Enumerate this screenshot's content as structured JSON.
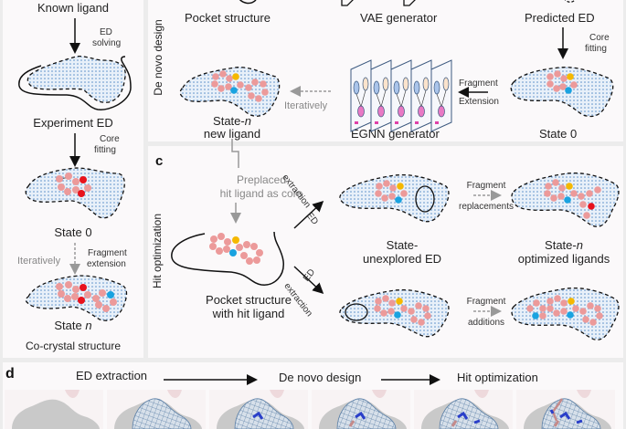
{
  "panel_a": {
    "known_ligand": "Known ligand",
    "ed_solving": [
      "ED",
      "solving"
    ],
    "experiment_ed": "Experiment ED",
    "core_fitting": [
      "Core",
      "fitting"
    ],
    "state_0": "State 0",
    "iteratively": "Iteratively",
    "fragment_extension": [
      "Fragment",
      "extension"
    ],
    "state_n_prefix": "State ",
    "state_n_var": "n",
    "co_crystal": "Co-crystal structure"
  },
  "panel_b": {
    "side_label": "De novo design",
    "pocket_structure": "Pocket structure",
    "vae_generator": "VAE generator",
    "predicted_ed": "Predicted ED",
    "core_fitting": [
      "Core",
      "fitting"
    ],
    "state_0": "State 0",
    "fragment_extension": [
      "Fragment",
      "Extension"
    ],
    "egnn_generator": "EGNN generator",
    "iteratively": "Iteratively",
    "state_n_prefix": "State-",
    "state_n_var": "n",
    "new_ligand": "new ligand"
  },
  "panel_c": {
    "letter": "c",
    "side_label": "Hit optimization",
    "preplaced": [
      "Preplaced",
      "hit ligand as core"
    ],
    "pocket_with_hit": [
      "Pocket structure",
      "with hit ligand"
    ],
    "ed_extraction_top": [
      "ED",
      "extraction"
    ],
    "ed_extraction_bottom": [
      "ED",
      "extraction"
    ],
    "state_unexplored": [
      "State-",
      "unexplored ED"
    ],
    "fragment_replacements": [
      "Fragment",
      "replacements"
    ],
    "state_n_prefix": "State-",
    "state_n_var": "n",
    "optimized_ligands": "optimized ligands",
    "fragment_additions": [
      "Fragment",
      "additions"
    ]
  },
  "panel_d": {
    "letter": "d",
    "steps": [
      "ED extraction",
      "De novo design",
      "Hit optimization"
    ],
    "frames": 6
  },
  "colors": {
    "panel_bg": "#fbf9fa",
    "page_bg": "#ececec",
    "atom_pink": "#ec9a9a",
    "atom_red": "#e8121c",
    "atom_blue": "#1aa3e0",
    "atom_yellow": "#f5b800",
    "density_dot": "#5a8fc8",
    "mesh": "#5b7fa6"
  }
}
